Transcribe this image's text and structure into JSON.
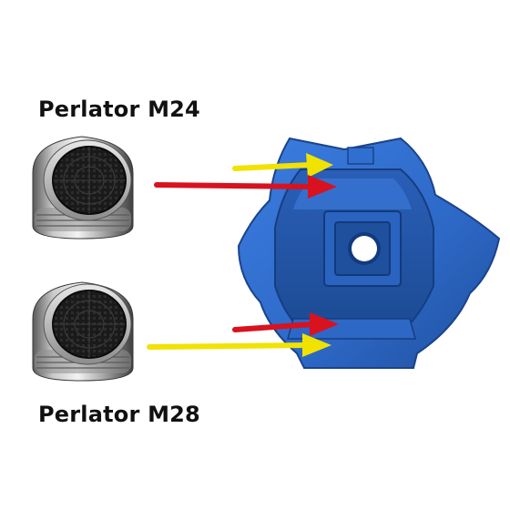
{
  "labels": {
    "top": "Perlator M24",
    "bottom": "Perlator M28"
  },
  "colors": {
    "background": "#ffffff",
    "wrench_blue": "#2f6fd0",
    "wrench_dark": "#1f4f9c",
    "arrow_yellow": "#f2e200",
    "arrow_red": "#d8121f",
    "chrome_dark": "#4a4a4a",
    "chrome_light": "#d9d9d9",
    "mesh_black": "#151515"
  },
  "items": [
    {
      "label_key": "top",
      "arrows": [
        "yellow-upper",
        "red-lower"
      ]
    },
    {
      "label_key": "bottom",
      "arrows": [
        "red-upper",
        "yellow-lower"
      ]
    }
  ]
}
